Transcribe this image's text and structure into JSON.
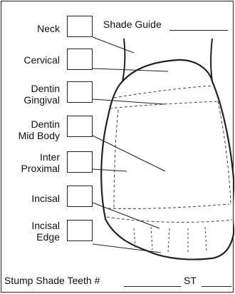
{
  "shade_guide": {
    "label": "Shade Guide"
  },
  "regions": [
    {
      "id": "neck",
      "label": "Neck"
    },
    {
      "id": "cervical",
      "label": "Cervical"
    },
    {
      "id": "dentin-gingival",
      "label_line1": "Dentin",
      "label_line2": "Gingival"
    },
    {
      "id": "dentin-mid-body",
      "label_line1": "Dentin",
      "label_line2": "Mid Body"
    },
    {
      "id": "inter-proximal",
      "label_line1": "Inter",
      "label_line2": "Proximal"
    },
    {
      "id": "incisal",
      "label": "Incisal"
    },
    {
      "id": "incisal-edge",
      "label_line1": "Incisal",
      "label_line2": "Edge"
    }
  ],
  "footer": {
    "stump_label": "Stump Shade Teeth #",
    "st_label": "ST"
  }
}
